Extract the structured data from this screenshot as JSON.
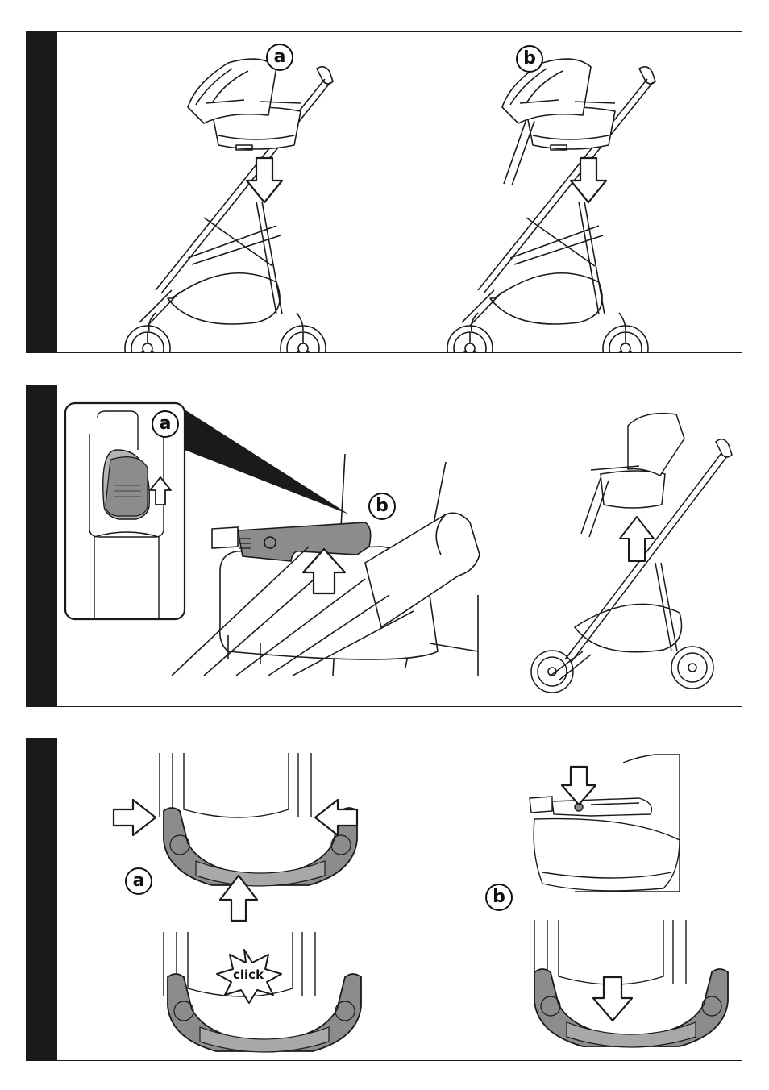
{
  "panels": [
    {
      "step_labels": [
        "a",
        "b"
      ]
    },
    {
      "step_labels": [
        "a",
        "b"
      ]
    },
    {
      "step_labels": [
        "a",
        "b"
      ],
      "sound_label": "click"
    }
  ],
  "icons": [
    "arrow-down-icon",
    "arrow-up-icon",
    "arrow-right-icon",
    "arrow-left-icon",
    "click-burst-icon"
  ],
  "colors": {
    "line": "#1a1a1a",
    "grey_part": "#8c8c8c",
    "light_grey": "#b5b5b5",
    "background": "#ffffff"
  }
}
